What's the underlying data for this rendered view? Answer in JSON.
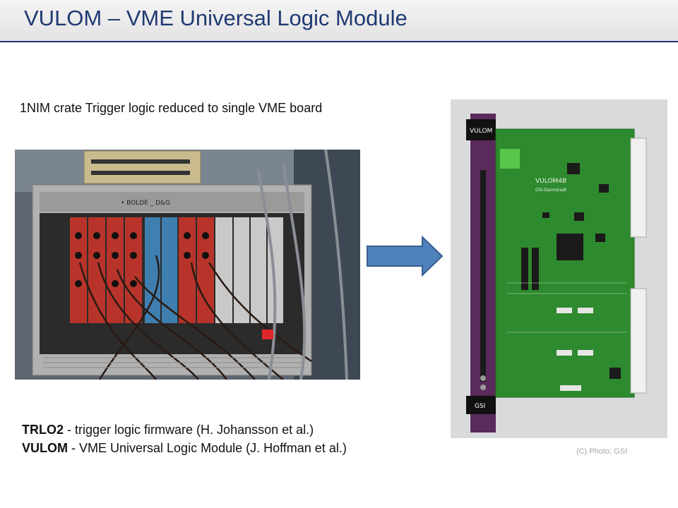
{
  "slide": {
    "title": "VULOM – VME Universal Logic Module",
    "subtitle": "1NIM crate Trigger logic reduced to single VME board",
    "photo_credit": "(C)  Photo: GSI",
    "notes": [
      {
        "term": "TRLO2",
        "sep": " - ",
        "text": "trigger logic firmware (H. Johansson et al.)"
      },
      {
        "term": "VULOM",
        "sep": " - ",
        "text": "VME Universal Logic Module (J. Hoffman et al.)"
      }
    ],
    "board_labels": {
      "brand": "VULOM",
      "board_name": "VULOM4B",
      "maker": "GSI",
      "site": "GSI-Darmstadt"
    },
    "colors": {
      "title": "#1f3a73",
      "arrow": "#4f81bd",
      "pcb": "#2e8a2e",
      "nim_red": "#b8342a"
    }
  }
}
